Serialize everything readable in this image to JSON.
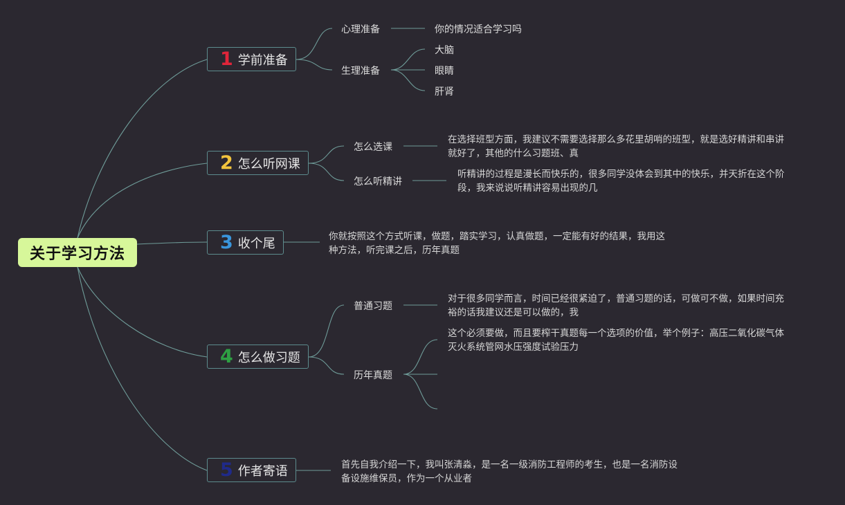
{
  "root": {
    "label": "关于学习方法"
  },
  "topics": [
    {
      "num": "1",
      "num_color": "#e0253a",
      "label": "学前准备",
      "subs": [
        {
          "label": "心理准备",
          "leaves": [
            "你的情况适合学习吗"
          ]
        },
        {
          "label": "生理准备",
          "leaves": [
            "大脑",
            "眼睛",
            "肝肾"
          ]
        }
      ]
    },
    {
      "num": "2",
      "num_color": "#f2c43d",
      "label": "怎么听网课",
      "subs": [
        {
          "label": "怎么选课",
          "note": "在选择班型方面，我建议不需要选择那么多花里胡哨的班型，就是选好精讲和串讲就好了，其他的什么习题班、真"
        },
        {
          "label": "怎么听精讲",
          "note": "听精讲的过程是漫长而快乐的，很多同学没体会到其中的快乐，并天折在这个阶段，我来说说听精讲容易出现的几"
        }
      ]
    },
    {
      "num": "3",
      "num_color": "#3a96dd",
      "label": "收个尾",
      "note": "你就按照这个方式听课，做题，踏实学习，认真做题，一定能有好的结果，我用这种方法，听完课之后，历年真题"
    },
    {
      "num": "4",
      "num_color": "#2ea043",
      "label": "怎么做习题",
      "subs": [
        {
          "label": "普通习题",
          "note": "对于很多同学而言，时间已经很紧迫了，普通习题的话，可做可不做，如果时间充裕的话我建议还是可以做的，我"
        },
        {
          "label": "历年真题",
          "note": "这个必须要做，而且要榨干真题每一个选项的价值，举个例子：高压二氧化碳气体灭火系统管网水压强度试验压力"
        }
      ]
    },
    {
      "num": "5",
      "num_color": "#1f2a8a",
      "label": "作者寄语",
      "note": "首先自我介绍一下，我叫张清淼，是一名一级消防工程师的考生，也是一名消防设备设施维保员，作为一个从业者"
    }
  ]
}
